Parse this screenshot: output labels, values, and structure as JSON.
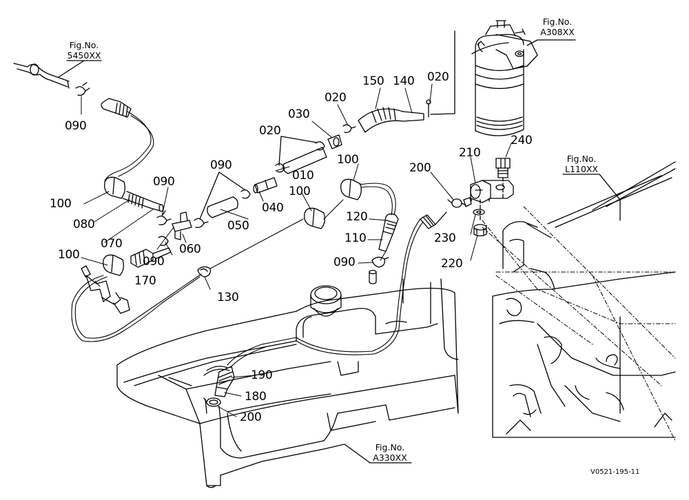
{
  "figure_refs": [
    {
      "id": "fig-5450",
      "caption": "Fig.No.",
      "code": "5450XX"
    },
    {
      "id": "fig-a308",
      "caption": "Fig.No.",
      "code": "A308XX"
    },
    {
      "id": "fig-l110",
      "caption": "Fig.No.",
      "code": "L110XX"
    },
    {
      "id": "fig-a330",
      "caption": "Fig.No.",
      "code": "A330XX"
    }
  ],
  "part_labels": [
    {
      "id": "p090a",
      "text": "090"
    },
    {
      "id": "p150",
      "text": "150"
    },
    {
      "id": "p140",
      "text": "140"
    },
    {
      "id": "p020a",
      "text": "020"
    },
    {
      "id": "p020b",
      "text": "020"
    },
    {
      "id": "p030",
      "text": "030"
    },
    {
      "id": "p020c",
      "text": "020"
    },
    {
      "id": "p090b",
      "text": "090"
    },
    {
      "id": "p090c",
      "text": "090"
    },
    {
      "id": "p010",
      "text": "010"
    },
    {
      "id": "p100a",
      "text": "100"
    },
    {
      "id": "p100b",
      "text": "100"
    },
    {
      "id": "p080",
      "text": "080"
    },
    {
      "id": "p070",
      "text": "070"
    },
    {
      "id": "p050",
      "text": "050"
    },
    {
      "id": "p040",
      "text": "040"
    },
    {
      "id": "p060",
      "text": "060"
    },
    {
      "id": "p090d",
      "text": "090"
    },
    {
      "id": "p100c",
      "text": "100"
    },
    {
      "id": "p100d",
      "text": "100"
    },
    {
      "id": "p120",
      "text": "120"
    },
    {
      "id": "p110",
      "text": "110"
    },
    {
      "id": "p090e",
      "text": "090"
    },
    {
      "id": "p170",
      "text": "170"
    },
    {
      "id": "p130",
      "text": "130"
    },
    {
      "id": "p200a",
      "text": "200"
    },
    {
      "id": "p210",
      "text": "210"
    },
    {
      "id": "p240",
      "text": "240"
    },
    {
      "id": "p230",
      "text": "230"
    },
    {
      "id": "p220",
      "text": "220"
    },
    {
      "id": "p190",
      "text": "190"
    },
    {
      "id": "p180",
      "text": "180"
    },
    {
      "id": "p200b",
      "text": "200"
    }
  ],
  "drawing_code": "V0521-195-11"
}
